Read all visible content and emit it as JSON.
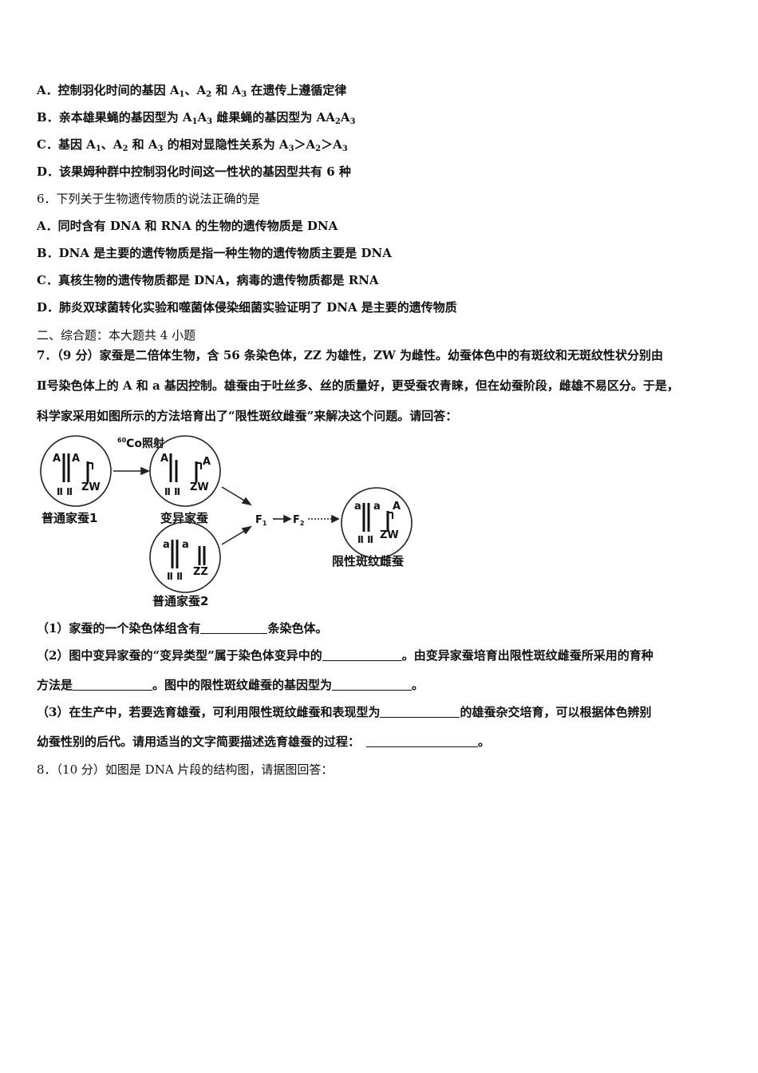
{
  "options_q5": [
    {
      "label": "A．",
      "pre": "控制羽化时间的基因 A",
      "s1": "1",
      "m1": "、A",
      "s2": "2",
      "m2": " 和 A",
      "s3": "3",
      "post": " 在遗传上遵循定律"
    },
    {
      "label": "B．",
      "pre": "亲本雄果蝇的基因型为 A",
      "s1": "1",
      "m1": "A",
      "s2": "3",
      "m2": " 雌果蝇的基因型为 AA",
      "s3": "2",
      "m3": "A",
      "s4": "3"
    },
    {
      "label": "C．",
      "pre": "基因 A",
      "s1": "1",
      "m1": "、A",
      "s2": "2",
      "m2": " 和 A",
      "s3": "3",
      "m3": " 的相对显隐性关系为 A",
      "s4": "3",
      "m4": "＞A",
      "s5": "2",
      "m5": "＞A",
      "s6": "3"
    },
    {
      "label": "D．",
      "text": "该果姆种群中控制羽化时间这一性状的基因型共有 6 种"
    }
  ],
  "q6": {
    "stem": "6．下列关于生物遗传物质的说法正确的是",
    "options": [
      "A．同时含有 DNA 和 RNA 的生物的遗传物质是 DNA",
      "B．DNA 是主要的遗传物质是指一种生物的遗传物质主要是 DNA",
      "C．真核生物的遗传物质都是 DNA，病毒的遗传物质都是 RNA",
      "D．肺炎双球菌转化实验和噬菌体侵染细菌实验证明了 DNA 是主要的遗传物质"
    ]
  },
  "section2": "二、综合题：本大题共 4 小题",
  "q7": {
    "line1": "7．（9 分）家蚕是二倍体生物，含 56 条染色体，ZZ 为雄性，ZW 为雌性。幼蚕体色中的有斑纹和无斑纹性状分别由",
    "line2": "Ⅱ号染色体上的 A 和 a 基因控制。雄蚕由于吐丝多、丝的质量好，更受蚕农青睐，但在幼蚕阶段，雌雄不易区分。于是，",
    "line3": "科学家采用如图所示的方法培育出了“限性斑纹雌蚕”来解决这个问题。请回答：",
    "sub1_a": "（1）家蚕的一个染色体组含有",
    "sub1_b": "条染色体。",
    "sub2_a": "（2）图中变异家蚕的“变异类型”属于染色体变异中的",
    "sub2_b": "。由变异家蚕培育出限性斑纹雌蚕所采用的育种",
    "sub2_c": "方法是",
    "sub2_d": "。图中的限性斑纹雌蚕的基因型为",
    "sub2_e": "。",
    "sub3_a": "（3）在生产中，若要选育雄蚕，可利用限性斑纹雌蚕和表现型为",
    "sub3_b": "的雄蚕杂交培育，可以根据体色辨别",
    "sub3_c": "幼蚕性别的后代。请用适当的文字简要描述选育雄蚕的过程：",
    "sub3_d": "。"
  },
  "q8": {
    "stem": "8．（10 分）如图是 DNA 片段的结构图，请据图回答："
  },
  "figure": {
    "irradiation_sup": "60",
    "irradiation": "Co照射",
    "cell1": {
      "caption": "普通家蚕1",
      "left_gene": "A",
      "right_gene": "A",
      "chrom_label": "Ⅱ Ⅱ",
      "sex": "ZW"
    },
    "cell2": {
      "caption": "变异家蚕",
      "left_gene": "A",
      "w_gene": "A",
      "chrom_label": "Ⅱ Ⅱ",
      "sex": "ZW"
    },
    "cell3": {
      "caption": "普通家蚕2",
      "left_gene": "a",
      "right_gene": "a",
      "chrom_label": "Ⅱ Ⅱ",
      "sex": "ZZ"
    },
    "cell4": {
      "caption": "限性斑纹雌蚕",
      "left_gene": "a",
      "right_gene": "a",
      "w_gene": "A",
      "chrom_label": "Ⅱ Ⅱ",
      "sex": "ZW"
    },
    "f1": "F",
    "f1_sub": "1",
    "f2": "F",
    "f2_sub": "2"
  }
}
